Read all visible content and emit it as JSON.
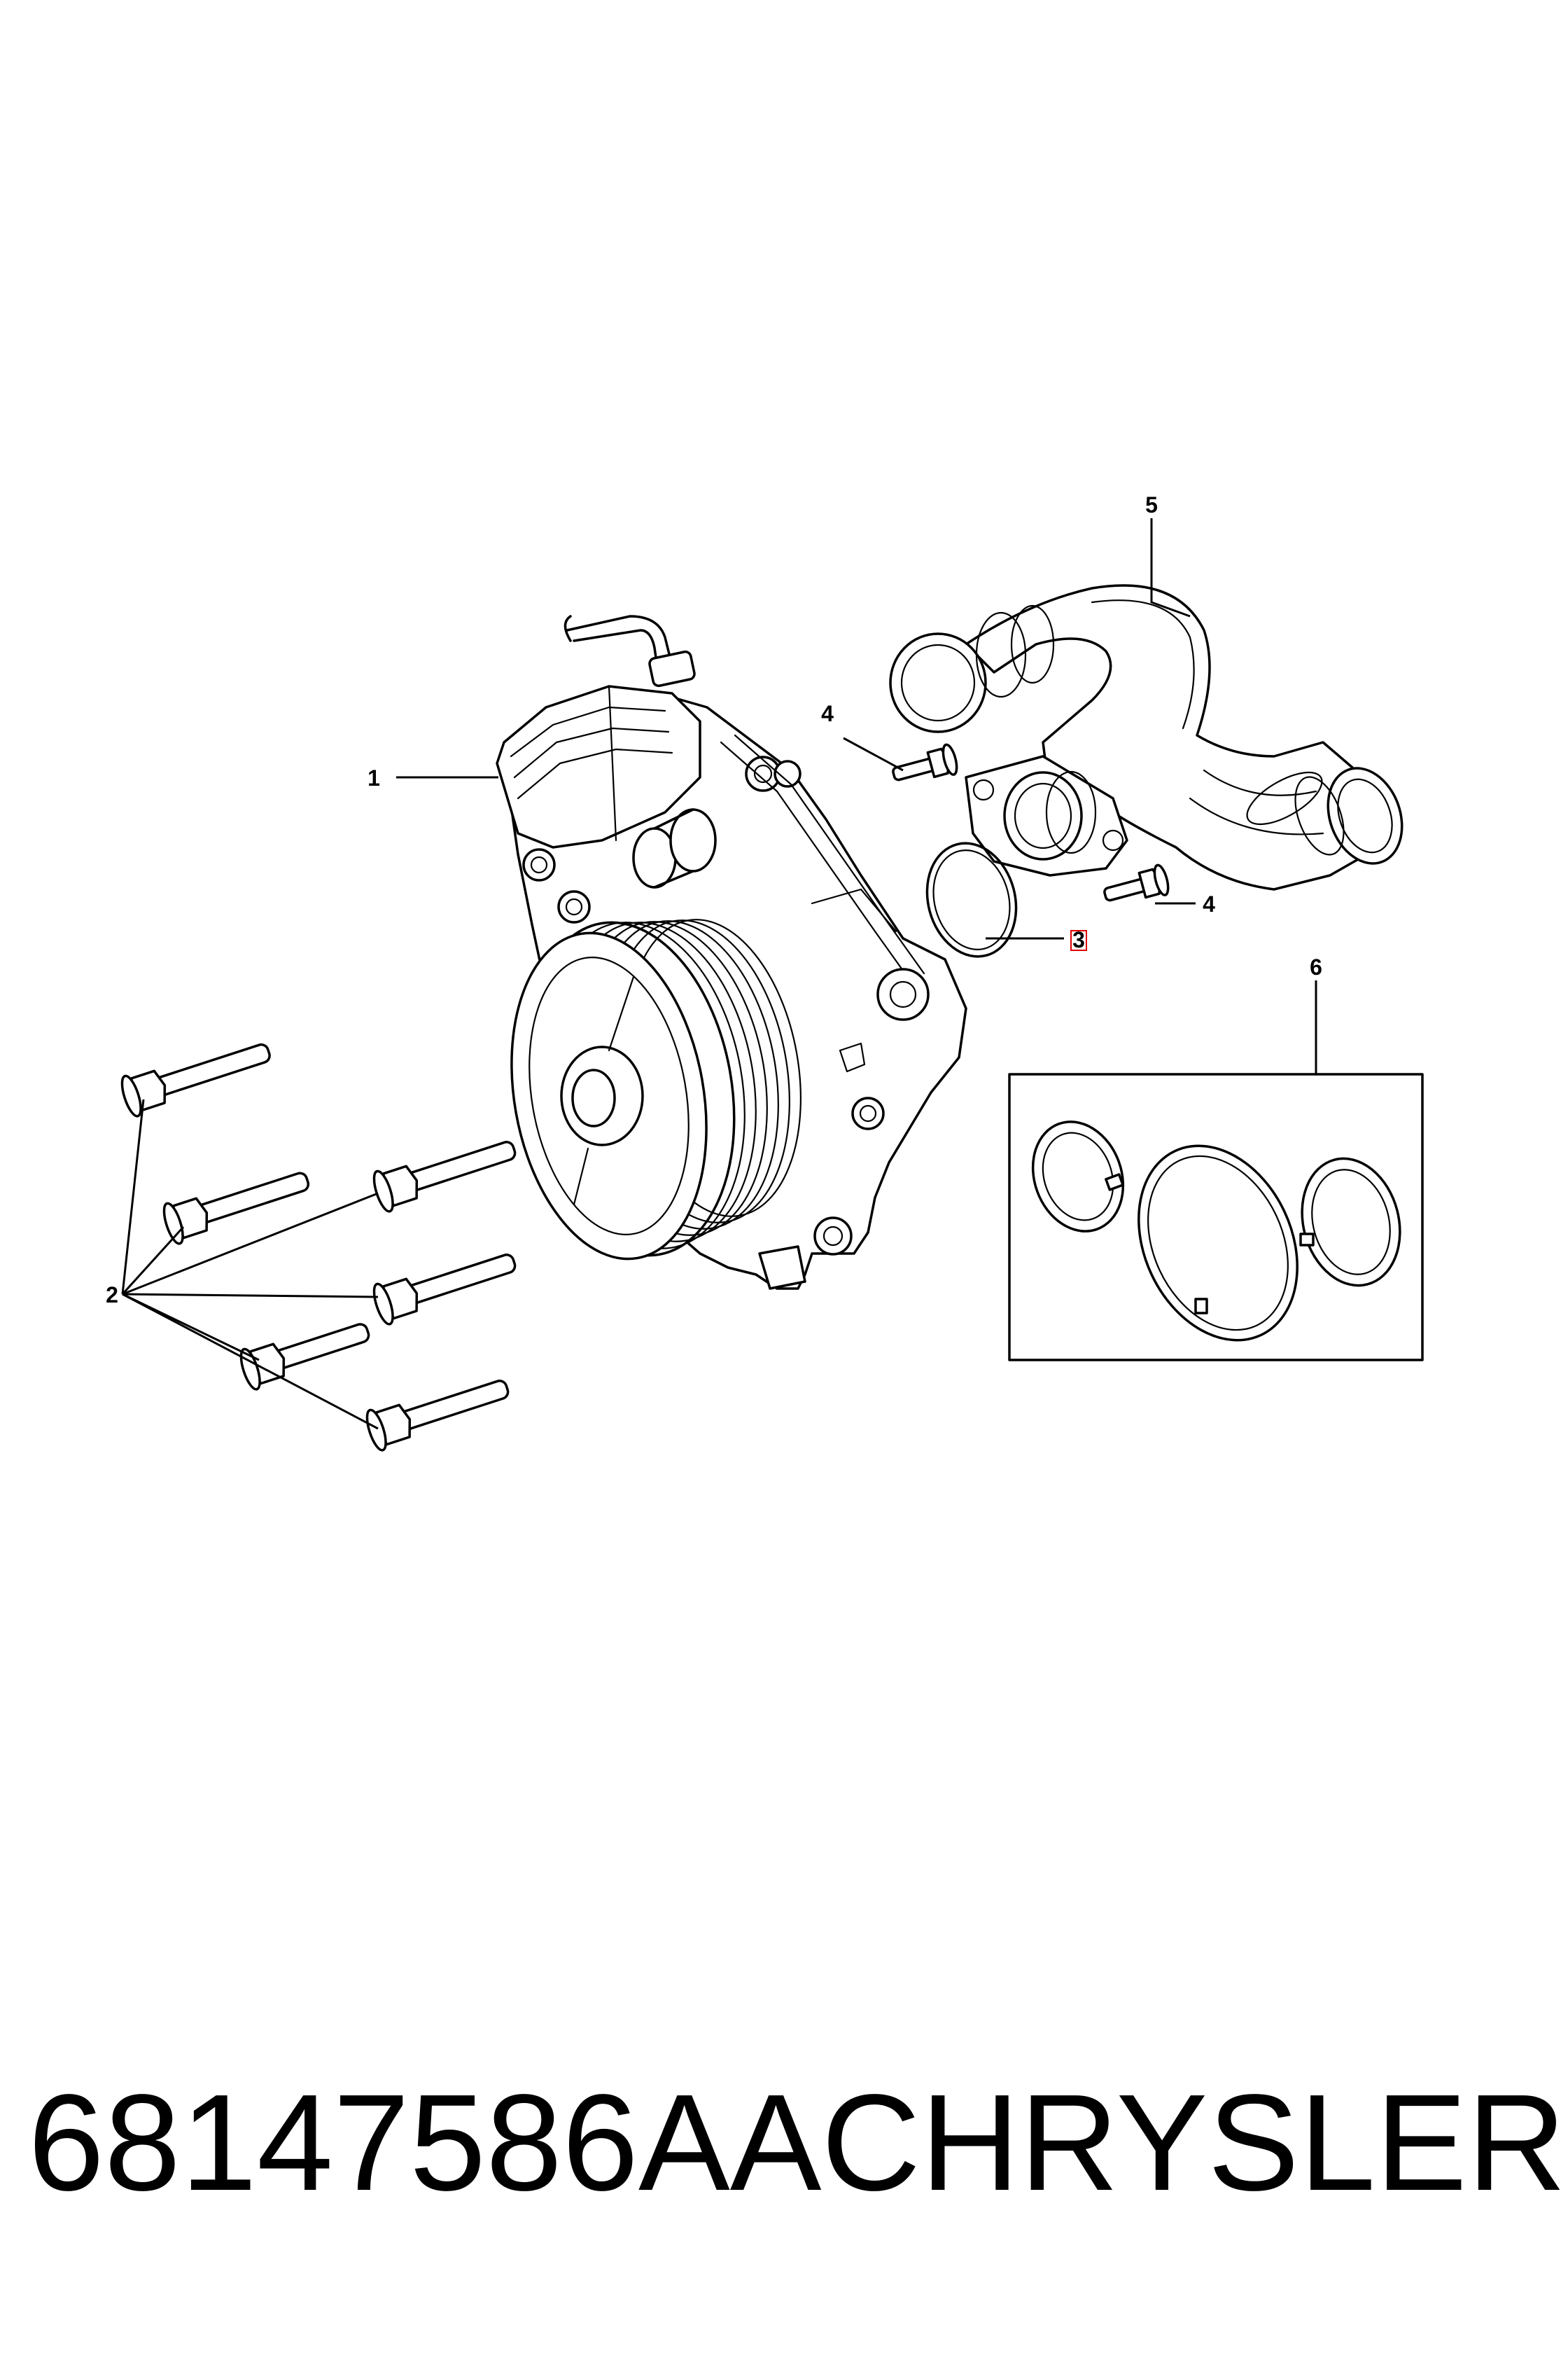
{
  "callouts": {
    "c1": "1",
    "c2": "2",
    "c3": "3",
    "c4a": "4",
    "c4b": "4",
    "c5": "5",
    "c6": "6"
  },
  "footer": {
    "part_number": "68147586AA",
    "brand": "CHRYSLER"
  },
  "colors": {
    "line": "#000000",
    "highlight": "#e00000",
    "background": "#ffffff"
  }
}
